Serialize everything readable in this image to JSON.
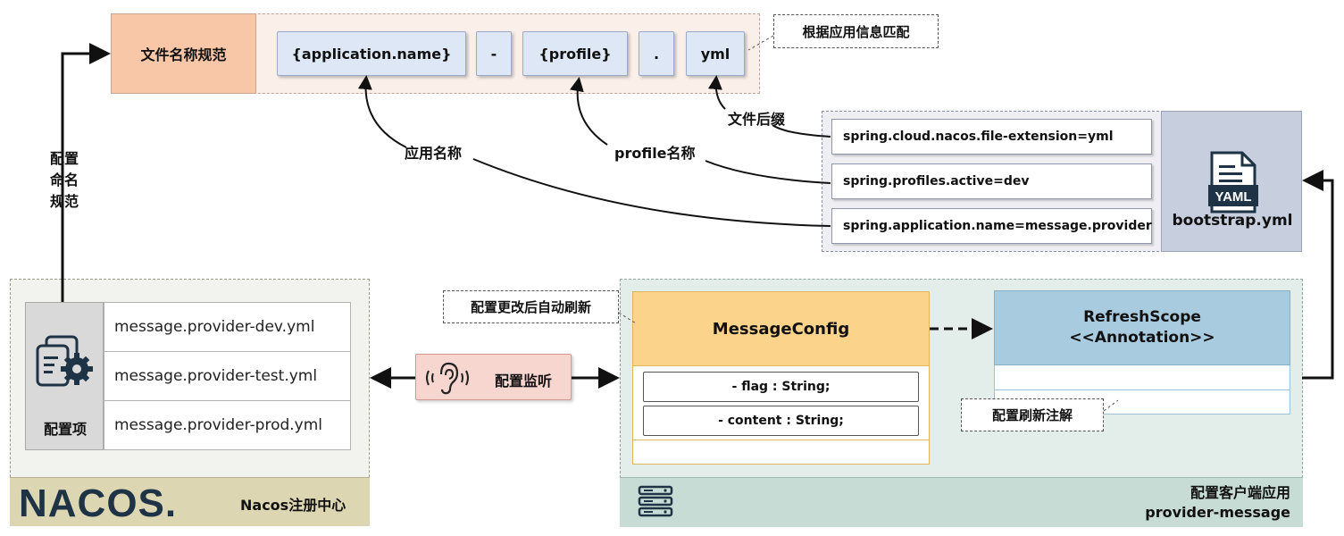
{
  "naming": {
    "title": "文件名称规范",
    "tokens": [
      "{application.name}",
      "-",
      "{profile}",
      ".",
      "yml"
    ],
    "match_callout": "根据应用信息匹配"
  },
  "annotations": {
    "file_suffix": "文件后缀",
    "app_name": "应用名称",
    "profile_name": "profile名称",
    "naming_rule_lines": [
      "配置",
      "命名",
      "规范"
    ]
  },
  "bootstrap": {
    "properties": [
      "spring.cloud.nacos.file-extension=yml",
      "spring.profiles.active=dev",
      "spring.application.name=message.provider"
    ],
    "icon_text": "YAML",
    "file_name": "bootstrap.yml"
  },
  "nacos": {
    "config_label": "配置项",
    "config_files": [
      "message.provider-dev.yml",
      "message.provider-test.yml",
      "message.provider-prod.yml"
    ],
    "logo": "NACOS.",
    "footer_label": "Nacos注册中心"
  },
  "listen": {
    "label": "配置监听"
  },
  "client": {
    "auto_refresh_callout": "配置更改后自动刷新",
    "class_name": "MessageConfig",
    "fields": [
      "- flag : String;",
      "- content : String;"
    ],
    "annotation_name": "RefreshScope",
    "annotation_stereotype": "<<Annotation>>",
    "refresh_callout": "配置刷新注解",
    "footer_line1": "配置客户端应用",
    "footer_line2": "provider-message"
  },
  "colors": {
    "naming_bg": "#fbefe9",
    "naming_title": "#f8c7a7",
    "token_bg": "#dde7f5",
    "nacos_footer": "#ddd6b3",
    "nacos_logo": "#1f3346",
    "listen_bg": "#f7d6d0",
    "class_head": "#fbd38a",
    "annotation_head": "#a9cbe0",
    "client_footer": "#c7dcd5",
    "bootstrap_side": "#c7cfdf"
  }
}
